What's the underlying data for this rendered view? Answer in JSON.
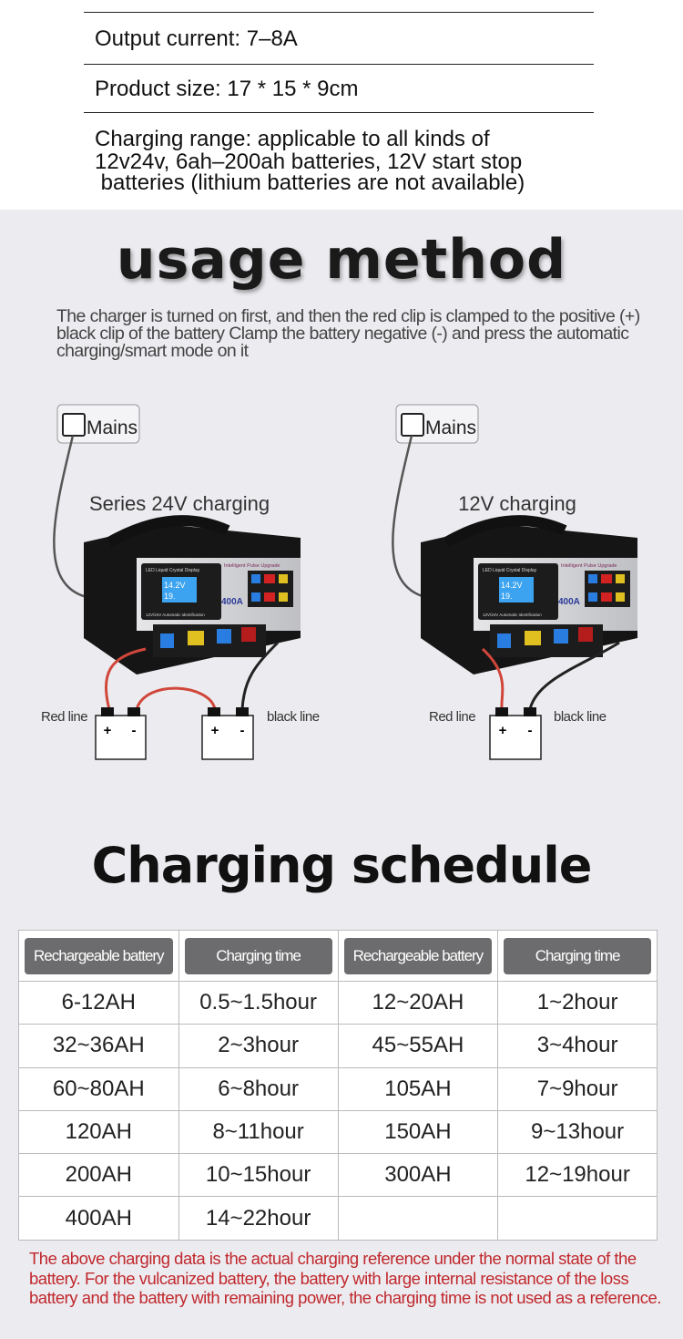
{
  "specs": {
    "output_current": "Output current: 7–8A",
    "product_size": "Product size: 17 * 15 * 9cm",
    "charging_range_1": "Charging range: applicable to all kinds of",
    "charging_range_2": "12v24v, 6ah–200ah  batteries, 12V start stop",
    "charging_range_3": " batteries (lithium batteries are not available)"
  },
  "usage": {
    "title": "usage method",
    "instruction": "The charger is turned on first, and then the red clip is clamped to the positive (+) black clip of the battery Clamp the battery negative (-) and press the automatic charging/smart mode on it",
    "diagrams": [
      {
        "mains": "Mains",
        "caption": "Series 24V charging",
        "red_line": "Red line",
        "black_line": "black line",
        "plus": "+",
        "minus": "-"
      },
      {
        "mains": "Mains",
        "caption": "12V charging",
        "red_line": "Red line",
        "black_line": "black line",
        "plus": "+",
        "minus": "-"
      }
    ],
    "charger_panel": {
      "display_label": "LED Liquid Crystal Display",
      "upgrade_label": "Intelligent Pulse Upgrade",
      "rating": "400A",
      "voltage": "14.2V",
      "current": "19.",
      "auto_id": "12V/24V Automatic Identification"
    }
  },
  "schedule": {
    "title": "Charging schedule",
    "headers": [
      "Rechargeable battery",
      "Charging time",
      "Rechargeable battery",
      "Charging time"
    ],
    "rows": [
      [
        "6-12AH",
        "0.5~1.5hour",
        "12~20AH",
        "1~2hour"
      ],
      [
        "32~36AH",
        "2~3hour",
        "45~55AH",
        "3~4hour"
      ],
      [
        "60~80AH",
        "6~8hour",
        "105AH",
        "7~9hour"
      ],
      [
        "120AH",
        "8~11hour",
        "150AH",
        "9~13hour"
      ],
      [
        "200AH",
        "10~15hour",
        "300AH",
        "12~19hour"
      ],
      [
        "400AH",
        "14~22hour",
        "",
        ""
      ]
    ],
    "note": "The above charging data is the actual charging reference under the normal state of the battery. For the vulcanized battery, the battery with large internal resistance of the loss battery and the battery with remaining power, the charging time is not used as a reference."
  },
  "colors": {
    "note_red": "#c0282d",
    "header_gray": "#6c6c6e",
    "background": "#ececf0"
  }
}
